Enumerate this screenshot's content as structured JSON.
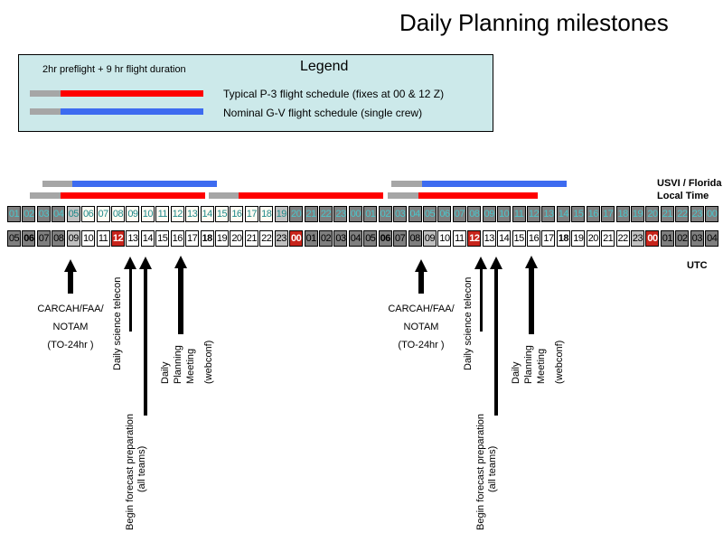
{
  "title": "Daily Planning milestones",
  "legend": {
    "title": "Legend",
    "note": "2hr preflight + 9 hr flight duration",
    "p3": "Typical P-3 flight schedule  (fixes at 00 & 12 Z)",
    "gv": "Nominal G-V flight schedule   (single crew)",
    "colors": {
      "preflight": "#a6a6a6",
      "p3": "#ff0000",
      "gv": "#3d6bf0"
    }
  },
  "timezone": {
    "local": "USVI / Florida",
    "local2": "Local Time",
    "utc": "UTC"
  },
  "local_row": [
    "01",
    "02",
    "03",
    "04",
    "05",
    "06",
    "07",
    "08",
    "09",
    "10",
    "11",
    "12",
    "13",
    "14",
    "15",
    "16",
    "17",
    "18",
    "19",
    "20",
    "21",
    "22",
    "23",
    "00",
    "01",
    "02",
    "03",
    "04",
    "05",
    "06",
    "07",
    "08",
    "09",
    "10",
    "11",
    "12",
    "13",
    "14",
    "15",
    "16",
    "17",
    "18",
    "19",
    "20",
    "21",
    "22",
    "23",
    "00"
  ],
  "utc_row": [
    "05",
    "06",
    "07",
    "08",
    "09",
    "10",
    "11",
    "12",
    "13",
    "14",
    "15",
    "16",
    "17",
    "18",
    "19",
    "20",
    "21",
    "22",
    "23",
    "00",
    "01",
    "02",
    "03",
    "04",
    "05",
    "06",
    "07",
    "08",
    "09",
    "10",
    "11",
    "12",
    "13",
    "14",
    "15",
    "16",
    "17",
    "18",
    "19",
    "20",
    "21",
    "22",
    "23",
    "00",
    "01",
    "02",
    "03",
    "04"
  ],
  "milestones": [
    {
      "carcah": [
        "CARCAH/FAA/",
        "NOTAM",
        "(TO-24hr )"
      ],
      "telecon": "Daily science telecon",
      "forecast": [
        "Begin forecast preparation",
        "(all teams)"
      ],
      "planning": [
        "Daily",
        "Planning",
        "Meeting",
        "(webconf)"
      ]
    },
    {
      "carcah": [
        "CARCAH/FAA/",
        "NOTAM",
        "(TO-24hr )"
      ],
      "telecon": "Daily science telecon",
      "forecast": [
        "Begin forecast preparation",
        "(all teams)"
      ],
      "planning": [
        "Daily",
        "Planning",
        "Meeting",
        "(webconf)"
      ]
    }
  ]
}
